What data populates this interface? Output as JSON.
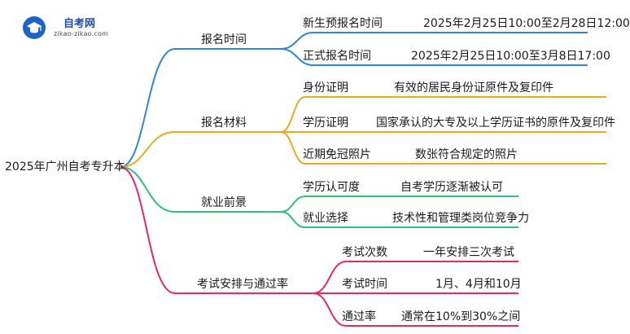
{
  "logo": {
    "title": "自考网",
    "url": "zikao-zikao.com",
    "icon": "graduation-cap-icon"
  },
  "root": "2025年广州自考专升本",
  "colors": {
    "blue": "#2f86e0",
    "orange": "#f0a81e",
    "green": "#2ec27a",
    "pink": "#e6276e"
  },
  "branches": [
    {
      "label": "报名时间",
      "items": [
        {
          "label": "新生预报名时间",
          "value": "2025年2月25日10:00至2月28日12:00"
        },
        {
          "label": "正式报名时间",
          "value": "2025年2月25日10:00至3月8日17:00"
        }
      ]
    },
    {
      "label": "报名材料",
      "items": [
        {
          "label": "身份证明",
          "value": "有效的居民身份证原件及复印件"
        },
        {
          "label": "学历证明",
          "value": "国家承认的大专及以上学历证书的原件及复印件"
        },
        {
          "label": "近期免冠照片",
          "value": "数张符合规定的照片"
        }
      ]
    },
    {
      "label": "就业前景",
      "items": [
        {
          "label": "学历认可度",
          "value": "自考学历逐渐被认可"
        },
        {
          "label": "就业选择",
          "value": "技术性和管理类岗位竞争力"
        }
      ]
    },
    {
      "label": "考试安排与通过率",
      "items": [
        {
          "label": "考试次数",
          "value": "一年安排三次考试"
        },
        {
          "label": "考试时间",
          "value": "1月、4月和10月"
        },
        {
          "label": "通过率",
          "value": "通常在10%到30%之间"
        }
      ]
    }
  ]
}
